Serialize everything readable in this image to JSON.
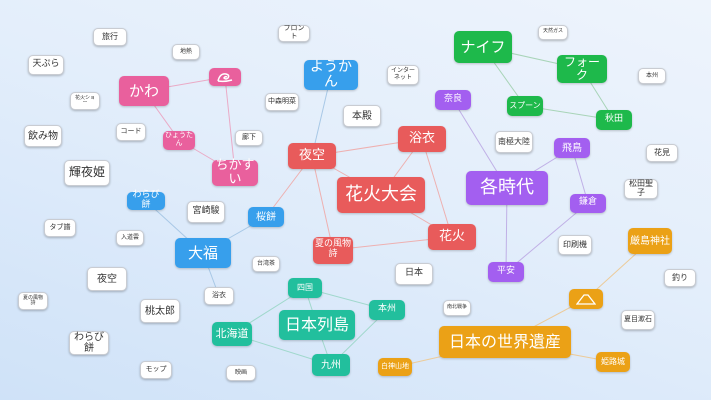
{
  "colors": {
    "pink": "#e9609d",
    "blue": "#379fec",
    "red": "#e85b5b",
    "purple": "#a35ff0",
    "green": "#1eb94b",
    "teal": "#22bf9d",
    "orange": "#eba116"
  },
  "edge_colors": {
    "pink": "#eaaac6",
    "blue": "#a8c8e6",
    "red": "#eeb0b0",
    "purple": "#c0b0e6",
    "green": "#a8d4b8",
    "teal": "#a0d8cc",
    "orange": "#eccb9a"
  },
  "nodes": [
    {
      "id": "kawa",
      "label": "かわ",
      "group": "pink"
    },
    {
      "id": "wave",
      "label": "",
      "icon": "wave-icon",
      "group": "pink"
    },
    {
      "id": "hyotan",
      "label": "ひょうたん",
      "group": "pink"
    },
    {
      "id": "chikasui",
      "label": "ちかすい",
      "group": "pink"
    },
    {
      "id": "yokan",
      "label": "ようかん",
      "group": "blue"
    },
    {
      "id": "warabi_b",
      "label": "わらび餅",
      "group": "blue"
    },
    {
      "id": "daifuku",
      "label": "大福",
      "group": "blue"
    },
    {
      "id": "sakura",
      "label": "桜餅",
      "group": "blue"
    },
    {
      "id": "hanabitaikai",
      "label": "花火大会",
      "group": "red"
    },
    {
      "id": "yozora_r",
      "label": "夜空",
      "group": "red"
    },
    {
      "id": "yukata_r",
      "label": "浴衣",
      "group": "red"
    },
    {
      "id": "hanabi",
      "label": "花火",
      "group": "red"
    },
    {
      "id": "fubutsushi_r",
      "label": "夏の風物詩",
      "group": "red"
    },
    {
      "id": "kakujidai",
      "label": "各時代",
      "group": "purple"
    },
    {
      "id": "nara",
      "label": "奈良",
      "group": "purple"
    },
    {
      "id": "asuka",
      "label": "飛鳥",
      "group": "purple"
    },
    {
      "id": "kamakura",
      "label": "鎌倉",
      "group": "purple"
    },
    {
      "id": "heian",
      "label": "平安",
      "group": "purple"
    },
    {
      "id": "knife",
      "label": "ナイフ",
      "group": "green"
    },
    {
      "id": "fork",
      "label": "フォーク",
      "group": "green"
    },
    {
      "id": "spoon",
      "label": "スプーン",
      "group": "green"
    },
    {
      "id": "akita",
      "label": "秋田",
      "group": "green"
    },
    {
      "id": "retto",
      "label": "日本列島",
      "group": "teal"
    },
    {
      "id": "shikoku",
      "label": "四国",
      "group": "teal"
    },
    {
      "id": "hokkaido",
      "label": "北海道",
      "group": "teal"
    },
    {
      "id": "honshu",
      "label": "本州",
      "group": "teal"
    },
    {
      "id": "kyushu",
      "label": "九州",
      "group": "teal"
    },
    {
      "id": "isan",
      "label": "日本の世界遺産",
      "group": "orange"
    },
    {
      "id": "itsukushima",
      "label": "厳島神社",
      "group": "orange"
    },
    {
      "id": "fuji",
      "label": "",
      "icon": "mountain-icon",
      "group": "orange"
    },
    {
      "id": "shirakami",
      "label": "白神山地",
      "group": "orange"
    },
    {
      "id": "himeji",
      "label": "姫路城",
      "group": "orange"
    },
    {
      "id": "w1",
      "label": "旅行",
      "group": "white"
    },
    {
      "id": "w2",
      "label": "地熱",
      "group": "white"
    },
    {
      "id": "w3",
      "label": "フロント",
      "group": "white"
    },
    {
      "id": "w4",
      "label": "天ぷら",
      "group": "white"
    },
    {
      "id": "w5",
      "label": "花火ショー",
      "group": "white"
    },
    {
      "id": "w6",
      "label": "コード",
      "group": "white"
    },
    {
      "id": "w7",
      "label": "飲み物",
      "group": "white"
    },
    {
      "id": "w8",
      "label": "廊下",
      "group": "white"
    },
    {
      "id": "w9",
      "label": "輝夜姫",
      "group": "white"
    },
    {
      "id": "w10",
      "label": "中森明菜",
      "group": "white"
    },
    {
      "id": "w11",
      "label": "インターネット",
      "group": "white"
    },
    {
      "id": "w12",
      "label": "本殿",
      "group": "white"
    },
    {
      "id": "w13",
      "label": "南極大陸",
      "group": "white"
    },
    {
      "id": "w14",
      "label": "天然ガス",
      "group": "white"
    },
    {
      "id": "w15",
      "label": "本州",
      "group": "white"
    },
    {
      "id": "w16",
      "label": "花見",
      "group": "white"
    },
    {
      "id": "w17",
      "label": "松田聖子",
      "group": "white"
    },
    {
      "id": "w18",
      "label": "宮崎駿",
      "group": "white"
    },
    {
      "id": "w19",
      "label": "タブ譜",
      "group": "white"
    },
    {
      "id": "w20",
      "label": "入道雲",
      "group": "white"
    },
    {
      "id": "w21",
      "label": "台湾茶",
      "group": "white"
    },
    {
      "id": "w22",
      "label": "夜空",
      "group": "white"
    },
    {
      "id": "w23",
      "label": "夏の風物詩",
      "group": "white"
    },
    {
      "id": "w24",
      "label": "桃太郎",
      "group": "white"
    },
    {
      "id": "w25",
      "label": "浴衣",
      "group": "white"
    },
    {
      "id": "w26",
      "label": "わらび餅",
      "group": "white"
    },
    {
      "id": "w27",
      "label": "モップ",
      "group": "white"
    },
    {
      "id": "w28",
      "label": "映画",
      "group": "white"
    },
    {
      "id": "w29",
      "label": "日本",
      "group": "white"
    },
    {
      "id": "w30",
      "label": "南北戦争",
      "group": "white"
    },
    {
      "id": "w31",
      "label": "印刷機",
      "group": "white"
    },
    {
      "id": "w32",
      "label": "釣り",
      "group": "white"
    },
    {
      "id": "w33",
      "label": "夏目漱石",
      "group": "white"
    }
  ],
  "edges": [
    [
      "kawa",
      "wave",
      "pink"
    ],
    [
      "kawa",
      "hyotan",
      "pink"
    ],
    [
      "hyotan",
      "chikasui",
      "pink"
    ],
    [
      "wave",
      "chikasui",
      "pink"
    ],
    [
      "yokan",
      "yozora_r",
      "blue"
    ],
    [
      "daifuku",
      "warabi_b",
      "blue"
    ],
    [
      "daifuku",
      "sakura",
      "blue"
    ],
    [
      "daifuku",
      "w25",
      "blue"
    ],
    [
      "sakura",
      "yozora_r",
      "red"
    ],
    [
      "yozora_r",
      "hanabitaikai",
      "red"
    ],
    [
      "yozora_r",
      "yukata_r",
      "red"
    ],
    [
      "yukata_r",
      "hanabitaikai",
      "red"
    ],
    [
      "yukata_r",
      "hanabi",
      "red"
    ],
    [
      "hanabitaikai",
      "hanabi",
      "red"
    ],
    [
      "yozora_r",
      "fubutsushi_r",
      "red"
    ],
    [
      "fubutsushi_r",
      "hanabi",
      "red"
    ],
    [
      "kakujidai",
      "nara",
      "purple"
    ],
    [
      "kakujidai",
      "asuka",
      "purple"
    ],
    [
      "asuka",
      "kamakura",
      "purple"
    ],
    [
      "kakujidai",
      "heian",
      "purple"
    ],
    [
      "heian",
      "kamakura",
      "purple"
    ],
    [
      "knife",
      "fork",
      "green"
    ],
    [
      "knife",
      "spoon",
      "green"
    ],
    [
      "spoon",
      "akita",
      "green"
    ],
    [
      "fork",
      "akita",
      "green"
    ],
    [
      "retto",
      "shikoku",
      "teal"
    ],
    [
      "shikoku",
      "hokkaido",
      "teal"
    ],
    [
      "shikoku",
      "honshu",
      "teal"
    ],
    [
      "hokkaido",
      "kyushu",
      "teal"
    ],
    [
      "retto",
      "kyushu",
      "teal"
    ],
    [
      "honshu",
      "kyushu",
      "teal"
    ],
    [
      "isan",
      "shirakami",
      "orange"
    ],
    [
      "isan",
      "himeji",
      "orange"
    ],
    [
      "isan",
      "fuji",
      "orange"
    ],
    [
      "fuji",
      "itsukushima",
      "orange"
    ]
  ]
}
